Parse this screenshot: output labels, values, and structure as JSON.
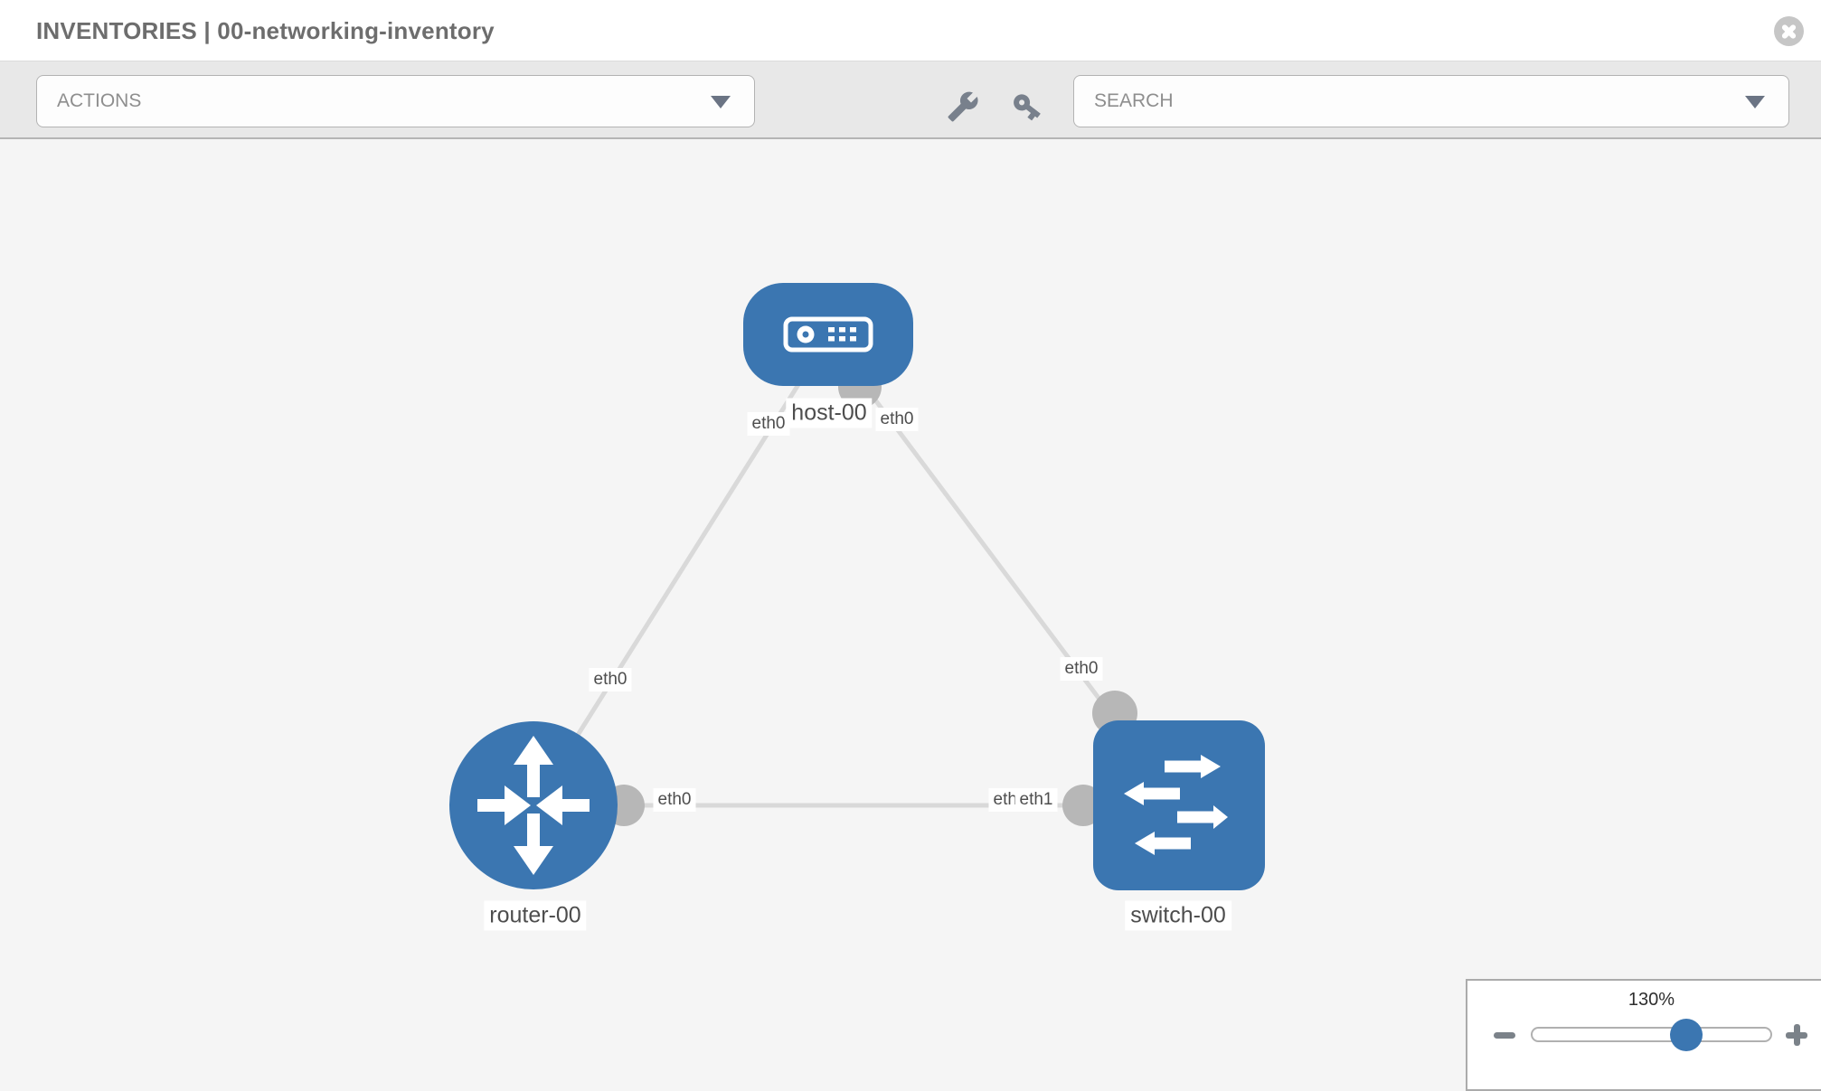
{
  "header": {
    "title": "INVENTORIES | 00-networking-inventory",
    "close_icon": "close-circle"
  },
  "toolbar": {
    "actions_label": "ACTIONS",
    "search_label": "SEARCH",
    "icons": {
      "wrench": "wrench-icon",
      "key": "key-icon"
    }
  },
  "topology": {
    "nodes": [
      {
        "id": "host-00",
        "type": "host",
        "label": "host-00"
      },
      {
        "id": "router-00",
        "type": "router",
        "label": "router-00"
      },
      {
        "id": "switch-00",
        "type": "switch",
        "label": "switch-00"
      }
    ],
    "links": [
      {
        "source": "host-00",
        "source_interface": "eth0",
        "target": "router-00",
        "target_interface": "eth0"
      },
      {
        "source": "host-00",
        "source_interface": "eth0",
        "target": "switch-00",
        "target_interface": "eth0"
      },
      {
        "source": "router-00",
        "source_interface": "eth0",
        "target": "switch-00",
        "target_interface": "eth1"
      }
    ],
    "interface_labels": [
      {
        "text": "eth0"
      },
      {
        "text": "eth0"
      },
      {
        "text": "eth0"
      },
      {
        "text": "eth0"
      },
      {
        "text": "eth0"
      },
      {
        "text": "eth1"
      },
      {
        "text": "eth0"
      }
    ],
    "colors": {
      "node_fill": "#3b76b1",
      "link_stroke": "#d9d9d9",
      "port_fill": "#b7b7b7"
    }
  },
  "zoom_control": {
    "value": "130%",
    "percent": 130,
    "minus_icon": "minus",
    "plus_icon": "plus"
  }
}
